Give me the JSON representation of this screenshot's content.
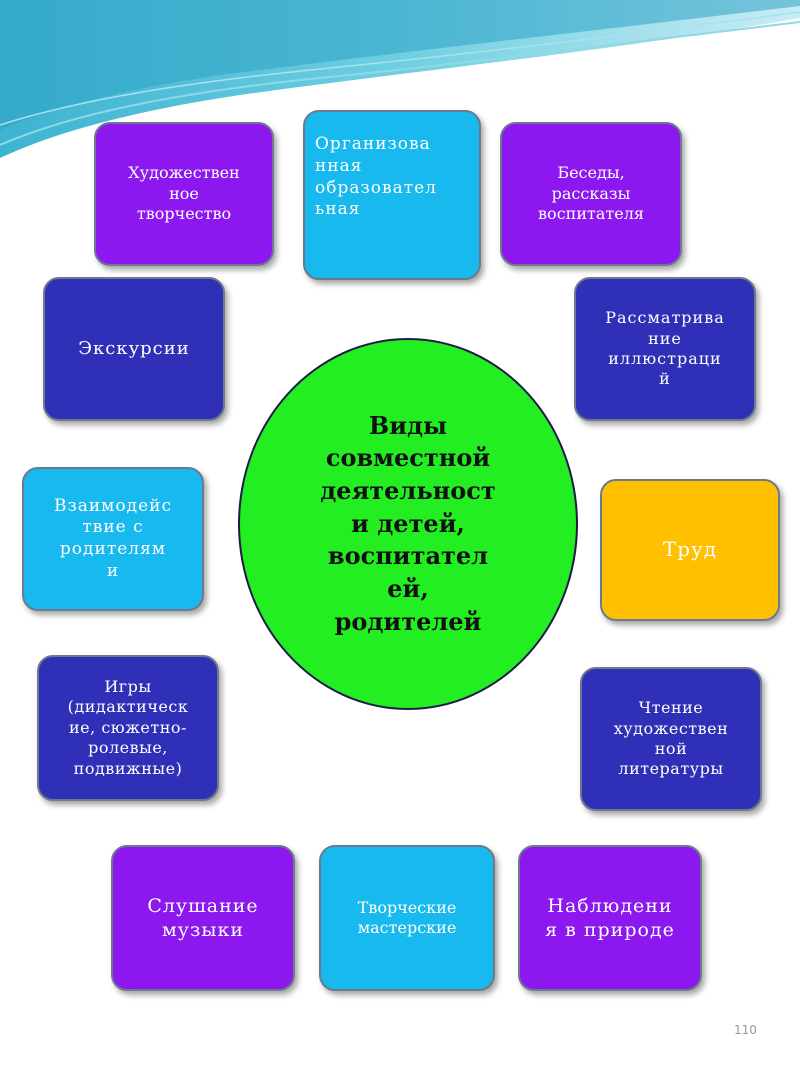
{
  "center": {
    "text": "Виды\nсовместной\nдеятельност\nи детей,\nвоспитател\nей,\nродителей"
  },
  "nodes": [
    {
      "id": "art",
      "text": "Художествен\nное\nтворчество"
    },
    {
      "id": "organized",
      "text": "Организова\nнная\nобразовател\nьная"
    },
    {
      "id": "talks",
      "text": "Беседы,\nрассказы\nвоспитателя"
    },
    {
      "id": "excursions",
      "text": "Экскурсии"
    },
    {
      "id": "illustrations",
      "text": "Рассматрива\nние\nиллюстраци\nй"
    },
    {
      "id": "parents",
      "text": "Взаимодейс\nтвие с\nродителям\nи"
    },
    {
      "id": "labor",
      "text": "Труд"
    },
    {
      "id": "games",
      "text": "Игры\n(дидактическ\nие, сюжетно-\nролевые,\nподвижные)"
    },
    {
      "id": "reading",
      "text": "Чтение\nхудожествен\nной\nлитературы"
    },
    {
      "id": "music",
      "text": "Слушание\nмузыки"
    },
    {
      "id": "workshops",
      "text": "Творческие\nмастерские"
    },
    {
      "id": "nature",
      "text": "Наблюдени\nя в природе"
    }
  ],
  "colors": {
    "purple": "#8c17ef",
    "navy": "#2f2fb8",
    "cyan": "#17b9ef",
    "orange": "#ffc000",
    "green": "#22ee22"
  },
  "page_number": "110"
}
